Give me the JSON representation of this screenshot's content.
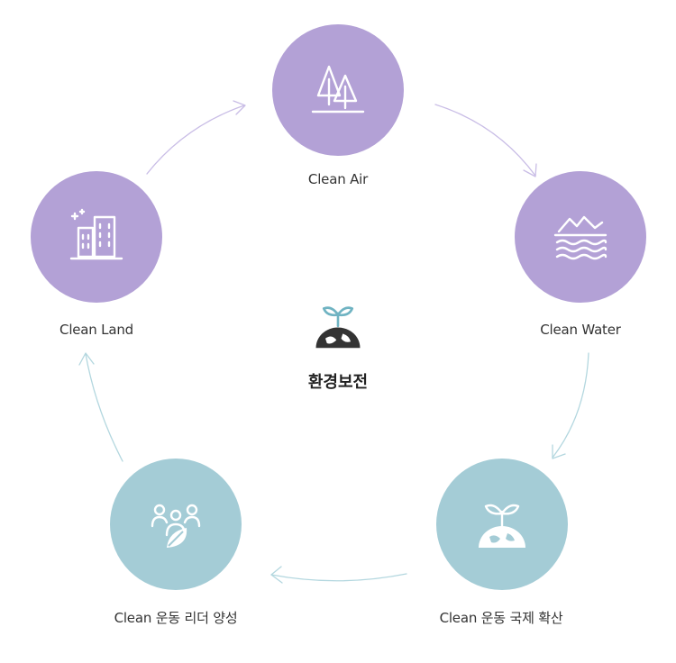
{
  "center": {
    "title": "환경보전",
    "icon": "sprout-globe-icon"
  },
  "nodes": [
    {
      "label": "Clean Air",
      "icon": "trees-icon",
      "color": "#b3a1d6"
    },
    {
      "label": "Clean Water",
      "icon": "waves-mountain-icon",
      "color": "#b3a1d6"
    },
    {
      "label": "Clean 운동 국제 확산",
      "icon": "sprout-globe-icon",
      "color": "#a4ccd6"
    },
    {
      "label": "Clean 운동 리더 양성",
      "icon": "people-leaf-icon",
      "color": "#a4ccd6"
    },
    {
      "label": "Clean Land",
      "icon": "buildings-icon",
      "color": "#b3a1d6"
    }
  ],
  "colors": {
    "purple": "#b3a1d6",
    "teal": "#a4ccd6",
    "arrow_purple": "#c9bde6",
    "arrow_teal": "#b3d7df",
    "dark": "#333333"
  }
}
